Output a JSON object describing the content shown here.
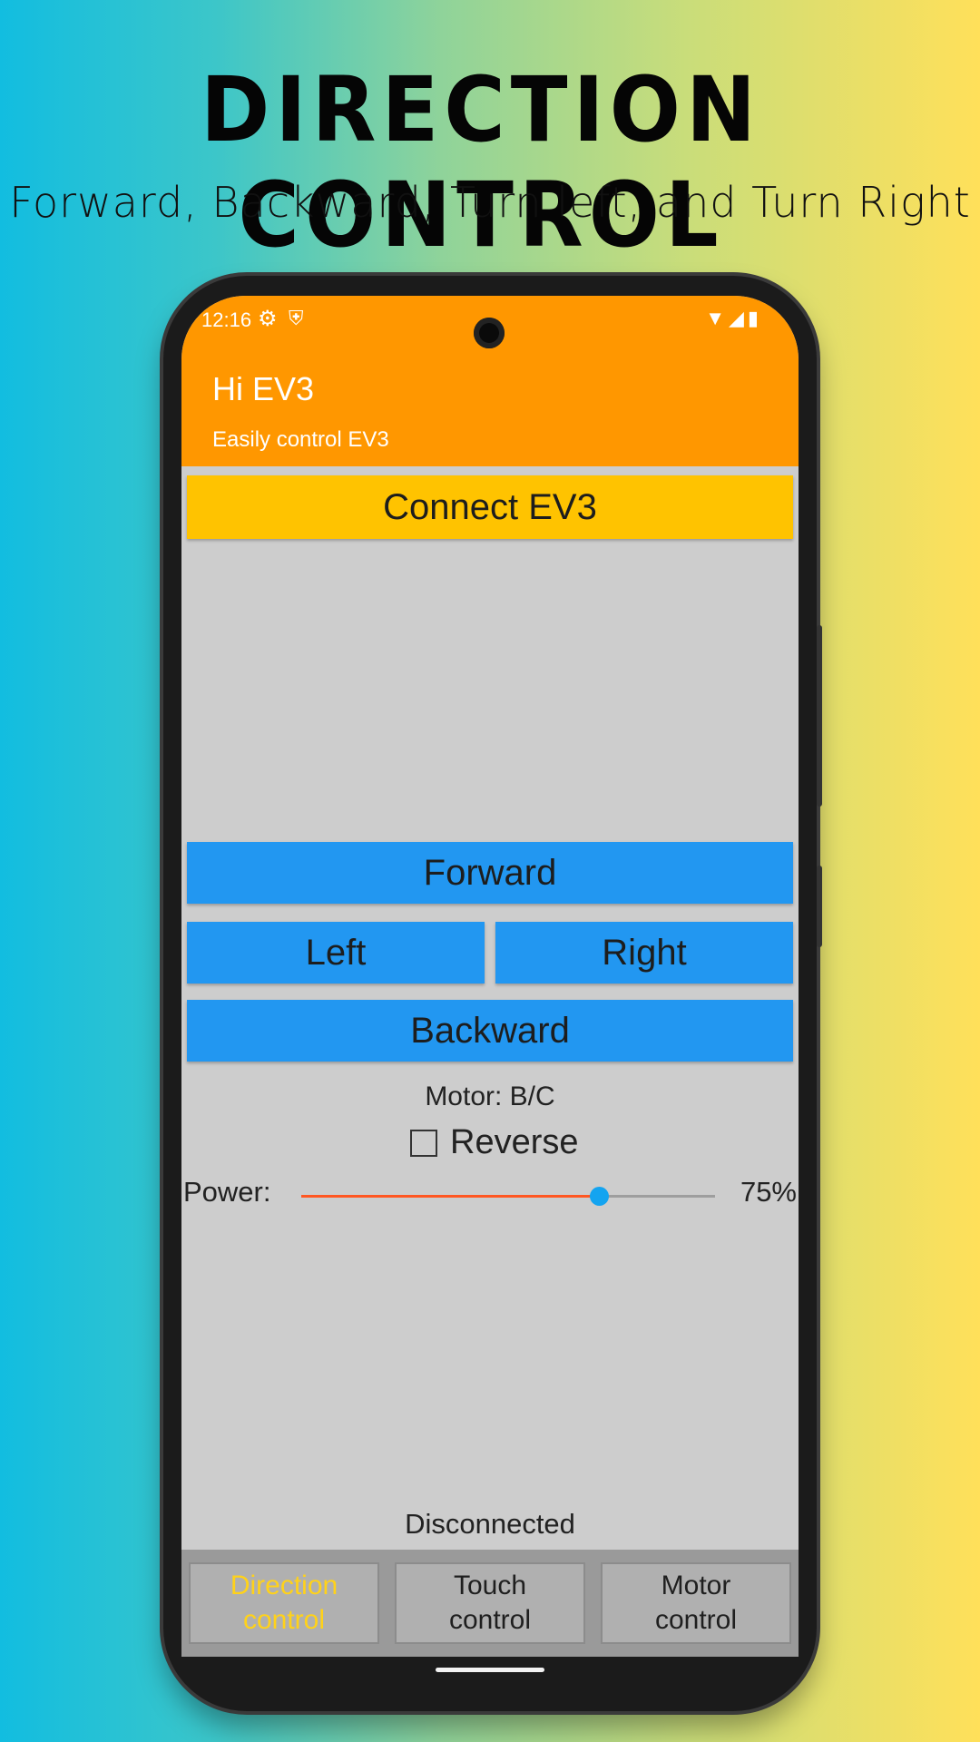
{
  "promo": {
    "title": "DIRECTION CONTROL",
    "subtitle": "Forward, Backward, Turn left, and Turn Right"
  },
  "status_bar": {
    "time": "12:16",
    "icons": [
      "gear-icon",
      "shield-icon",
      "wifi-icon",
      "signal-icon",
      "battery-icon"
    ]
  },
  "app": {
    "title": "Hi EV3",
    "subtitle": "Easily control EV3",
    "header_color": "#ff9700"
  },
  "controls": {
    "connect_label": "Connect EV3",
    "forward_label": "Forward",
    "left_label": "Left",
    "right_label": "Right",
    "backward_label": "Backward",
    "motor_text": "Motor:  B/C",
    "reverse_label": "Reverse",
    "reverse_checked": false,
    "power_label": "Power:",
    "power_value": "75%",
    "power_level": 0.72,
    "connection_status": "Disconnected"
  },
  "colors": {
    "connect_button": "#ffc300",
    "direction_button": "#2297f1",
    "slider_fill": "#ff5722",
    "slider_thumb": "#14a4f0",
    "active_tab_text": "#ffd21a"
  },
  "tabs": [
    {
      "label": "Direction\ncontrol",
      "active": true
    },
    {
      "label": "Touch\ncontrol",
      "active": false
    },
    {
      "label": "Motor\ncontrol",
      "active": false
    }
  ]
}
